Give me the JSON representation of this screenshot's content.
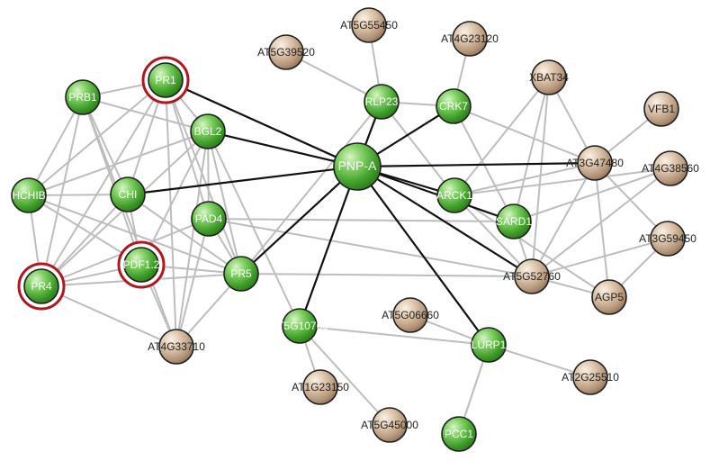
{
  "colors": {
    "edge_gray": "#bdbdbd",
    "edge_black": "#111111",
    "node_green": "#4fb233",
    "node_tan": "#c8aa8c",
    "highlight_ring": "#b0171f"
  },
  "nodes": [
    {
      "id": "PNP-A",
      "label": "PNP-A",
      "kind": "green"
    },
    {
      "id": "PR1",
      "label": "PR1",
      "kind": "green",
      "highlighted": true
    },
    {
      "id": "PRB1",
      "label": "PRB1",
      "kind": "green"
    },
    {
      "id": "BGL2",
      "label": "BGL2",
      "kind": "green"
    },
    {
      "id": "HCHIB",
      "label": "HCHIB",
      "kind": "green"
    },
    {
      "id": "CHI",
      "label": "CHI",
      "kind": "green"
    },
    {
      "id": "PAD4",
      "label": "PAD4",
      "kind": "green"
    },
    {
      "id": "PDF1.2",
      "label": "PDF1.2",
      "kind": "green",
      "highlighted": true
    },
    {
      "id": "PR4",
      "label": "PR4",
      "kind": "green",
      "highlighted": true
    },
    {
      "id": "PR5",
      "label": "PR5",
      "kind": "green"
    },
    {
      "id": "RLP23",
      "label": "RLP23",
      "kind": "green"
    },
    {
      "id": "CRK7",
      "label": "CRK7",
      "kind": "green"
    },
    {
      "id": "ARCK1",
      "label": "ARCK1",
      "kind": "green"
    },
    {
      "id": "SARD1",
      "label": "SARD1",
      "kind": "green"
    },
    {
      "id": "AT5G10760",
      "label": "AT5G10760",
      "kind": "green"
    },
    {
      "id": "LURP1",
      "label": "LURP1",
      "kind": "green"
    },
    {
      "id": "PCC1",
      "label": "PCC1",
      "kind": "green"
    },
    {
      "id": "AT5G55450",
      "label": "AT5G55450",
      "kind": "tan"
    },
    {
      "id": "AT5G39520",
      "label": "AT5G39520",
      "kind": "tan"
    },
    {
      "id": "AT4G23120",
      "label": "AT4G23120",
      "kind": "tan"
    },
    {
      "id": "XBAT34",
      "label": "XBAT34",
      "kind": "tan"
    },
    {
      "id": "VFB1",
      "label": "VFB1",
      "kind": "tan"
    },
    {
      "id": "AT3G47480",
      "label": "AT3G47480",
      "kind": "tan"
    },
    {
      "id": "AT4G38560",
      "label": "AT4G38560",
      "kind": "tan"
    },
    {
      "id": "AT3G59450",
      "label": "AT3G59450",
      "kind": "tan"
    },
    {
      "id": "AT5G52760",
      "label": "AT5G52760",
      "kind": "tan"
    },
    {
      "id": "AGP5",
      "label": "AGP5",
      "kind": "tan"
    },
    {
      "id": "AT4G33710",
      "label": "AT4G33710",
      "kind": "tan"
    },
    {
      "id": "AT5G06660",
      "label": "AT5G06660",
      "kind": "tan"
    },
    {
      "id": "AT1G23150",
      "label": "AT1G23150",
      "kind": "tan"
    },
    {
      "id": "AT5G45000",
      "label": "AT5G45000",
      "kind": "tan"
    },
    {
      "id": "AT2G25510",
      "label": "AT2G25510",
      "kind": "tan"
    }
  ],
  "edges": [
    {
      "s": "PNP-A",
      "t": "PR1",
      "w": "strong"
    },
    {
      "s": "PNP-A",
      "t": "BGL2",
      "w": "strong"
    },
    {
      "s": "PNP-A",
      "t": "CHI",
      "w": "strong"
    },
    {
      "s": "PNP-A",
      "t": "PR5",
      "w": "strong"
    },
    {
      "s": "PNP-A",
      "t": "RLP23",
      "w": "strong"
    },
    {
      "s": "PNP-A",
      "t": "CRK7",
      "w": "strong"
    },
    {
      "s": "PNP-A",
      "t": "ARCK1",
      "w": "strong"
    },
    {
      "s": "PNP-A",
      "t": "SARD1",
      "w": "strong"
    },
    {
      "s": "PNP-A",
      "t": "AT3G47480",
      "w": "strong"
    },
    {
      "s": "PNP-A",
      "t": "AT5G52760",
      "w": "strong"
    },
    {
      "s": "PNP-A",
      "t": "AT5G10760",
      "w": "strong"
    },
    {
      "s": "PNP-A",
      "t": "LURP1",
      "w": "strong"
    },
    {
      "s": "PRB1",
      "t": "PR1",
      "w": "weak"
    },
    {
      "s": "PRB1",
      "t": "BGL2",
      "w": "weak"
    },
    {
      "s": "PRB1",
      "t": "HCHIB",
      "w": "weak"
    },
    {
      "s": "PRB1",
      "t": "CHI",
      "w": "weak"
    },
    {
      "s": "PRB1",
      "t": "PR4",
      "w": "weak"
    },
    {
      "s": "PRB1",
      "t": "PDF1.2",
      "w": "weak"
    },
    {
      "s": "PRB1",
      "t": "AT4G33710",
      "w": "weak"
    },
    {
      "s": "PR1",
      "t": "BGL2",
      "w": "weak"
    },
    {
      "s": "PR1",
      "t": "HCHIB",
      "w": "weak"
    },
    {
      "s": "PR1",
      "t": "CHI",
      "w": "weak"
    },
    {
      "s": "PR1",
      "t": "PAD4",
      "w": "weak"
    },
    {
      "s": "PR1",
      "t": "PR4",
      "w": "weak"
    },
    {
      "s": "PR1",
      "t": "PR5",
      "w": "weak"
    },
    {
      "s": "PR1",
      "t": "AT4G33710",
      "w": "weak"
    },
    {
      "s": "BGL2",
      "t": "HCHIB",
      "w": "weak"
    },
    {
      "s": "BGL2",
      "t": "PAD4",
      "w": "weak"
    },
    {
      "s": "BGL2",
      "t": "PR5",
      "w": "weak"
    },
    {
      "s": "BGL2",
      "t": "PR4",
      "w": "weak"
    },
    {
      "s": "BGL2",
      "t": "PDF1.2",
      "w": "weak"
    },
    {
      "s": "BGL2",
      "t": "AT4G33710",
      "w": "weak"
    },
    {
      "s": "BGL2",
      "t": "AT5G10760",
      "w": "weak"
    },
    {
      "s": "HCHIB",
      "t": "CHI",
      "w": "weak"
    },
    {
      "s": "HCHIB",
      "t": "PR4",
      "w": "weak"
    },
    {
      "s": "HCHIB",
      "t": "PDF1.2",
      "w": "weak"
    },
    {
      "s": "HCHIB",
      "t": "PR5",
      "w": "weak"
    },
    {
      "s": "CHI",
      "t": "PDF1.2",
      "w": "weak"
    },
    {
      "s": "CHI",
      "t": "PR4",
      "w": "weak"
    },
    {
      "s": "CHI",
      "t": "PR5",
      "w": "weak"
    },
    {
      "s": "PAD4",
      "t": "PR4",
      "w": "weak"
    },
    {
      "s": "PAD4",
      "t": "PR5",
      "w": "weak"
    },
    {
      "s": "PAD4",
      "t": "AT4G33710",
      "w": "weak"
    },
    {
      "s": "PAD4",
      "t": "SARD1",
      "w": "weak"
    },
    {
      "s": "PAD4",
      "t": "AT5G52760",
      "w": "weak"
    },
    {
      "s": "PDF1.2",
      "t": "PR4",
      "w": "weak"
    },
    {
      "s": "PDF1.2",
      "t": "PR5",
      "w": "weak"
    },
    {
      "s": "PDF1.2",
      "t": "AT4G33710",
      "w": "weak"
    },
    {
      "s": "PR4",
      "t": "PR5",
      "w": "weak"
    },
    {
      "s": "PR4",
      "t": "AT4G33710",
      "w": "weak"
    },
    {
      "s": "PR5",
      "t": "AT4G33710",
      "w": "weak"
    },
    {
      "s": "PR5",
      "t": "RLP23",
      "w": "weak"
    },
    {
      "s": "RLP23",
      "t": "AT5G55450",
      "w": "weak"
    },
    {
      "s": "RLP23",
      "t": "AT5G39520",
      "w": "weak"
    },
    {
      "s": "RLP23",
      "t": "CRK7",
      "w": "weak"
    },
    {
      "s": "RLP23",
      "t": "ARCK1",
      "w": "weak"
    },
    {
      "s": "CRK7",
      "t": "AT4G23120",
      "w": "weak"
    },
    {
      "s": "CRK7",
      "t": "AT3G47480",
      "w": "weak"
    },
    {
      "s": "CRK7",
      "t": "SARD1",
      "w": "weak"
    },
    {
      "s": "XBAT34",
      "t": "ARCK1",
      "w": "weak"
    },
    {
      "s": "XBAT34",
      "t": "AT3G47480",
      "w": "weak"
    },
    {
      "s": "XBAT34",
      "t": "SARD1",
      "w": "weak"
    },
    {
      "s": "XBAT34",
      "t": "AT5G52760",
      "w": "weak"
    },
    {
      "s": "VFB1",
      "t": "AT3G47480",
      "w": "weak"
    },
    {
      "s": "AT3G47480",
      "t": "ARCK1",
      "w": "weak"
    },
    {
      "s": "AT3G47480",
      "t": "AT5G52760",
      "w": "weak"
    },
    {
      "s": "AT3G47480",
      "t": "AGP5",
      "w": "weak"
    },
    {
      "s": "AT3G47480",
      "t": "AT3G59450",
      "w": "weak"
    },
    {
      "s": "AT4G38560",
      "t": "ARCK1",
      "w": "weak"
    },
    {
      "s": "AT4G38560",
      "t": "SARD1",
      "w": "weak"
    },
    {
      "s": "AT4G38560",
      "t": "AT5G52760",
      "w": "weak"
    },
    {
      "s": "AT3G59450",
      "t": "AT5G52760",
      "w": "weak"
    },
    {
      "s": "AT3G59450",
      "t": "AGP5",
      "w": "weak"
    },
    {
      "s": "ARCK1",
      "t": "AT5G52760",
      "w": "weak"
    },
    {
      "s": "ARCK1",
      "t": "AGP5",
      "w": "weak"
    },
    {
      "s": "SARD1",
      "t": "AT5G52760",
      "w": "weak"
    },
    {
      "s": "AT5G52760",
      "t": "AGP5",
      "w": "weak"
    },
    {
      "s": "AT5G52760",
      "t": "PR5",
      "w": "weak"
    },
    {
      "s": "AT5G10760",
      "t": "AT1G23150",
      "w": "weak"
    },
    {
      "s": "AT5G10760",
      "t": "AT5G45000",
      "w": "weak"
    },
    {
      "s": "AT5G10760",
      "t": "LURP1",
      "w": "weak"
    },
    {
      "s": "AT5G06660",
      "t": "LURP1",
      "w": "weak"
    },
    {
      "s": "LURP1",
      "t": "PCC1",
      "w": "weak"
    },
    {
      "s": "LURP1",
      "t": "AT2G25510",
      "w": "weak"
    }
  ]
}
